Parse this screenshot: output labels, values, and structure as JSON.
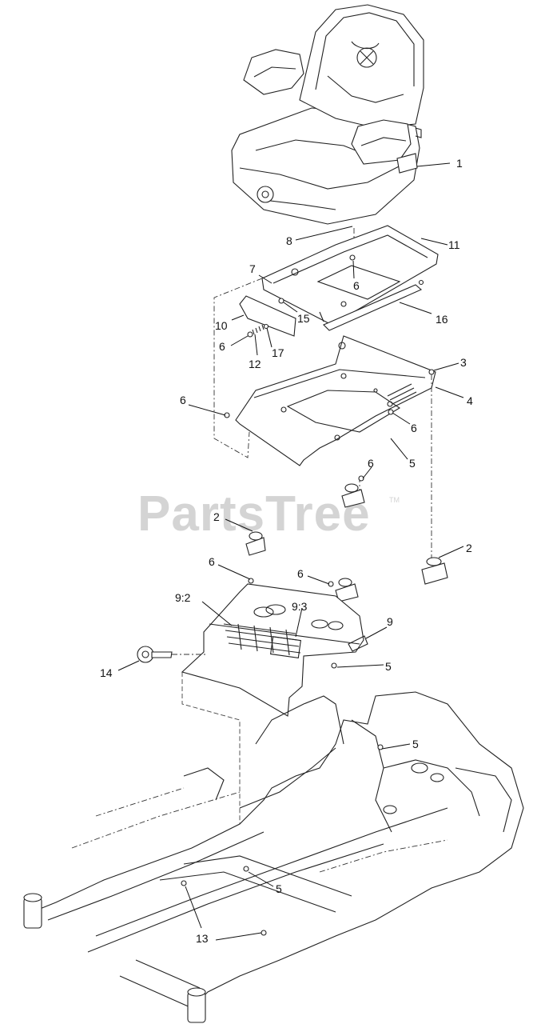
{
  "watermark": {
    "text": "PartsTree",
    "trademark": "TM"
  },
  "callouts": {
    "c1": "1",
    "c8": "8",
    "c11": "11",
    "c7": "7",
    "c6a": "6",
    "c15": "15",
    "c16": "16",
    "c10": "10",
    "c6b": "6",
    "c17": "17",
    "c12": "12",
    "c3": "3",
    "c4": "4",
    "c6c": "6",
    "c6d": "6",
    "c5a": "5",
    "c6e": "6",
    "c2a": "2",
    "c2b": "2",
    "c6f": "6",
    "c6g": "6",
    "c92": "9:2",
    "c93": "9:3",
    "c9": "9",
    "c14": "14",
    "c5b": "5",
    "c5c": "5",
    "c5d": "5",
    "c13": "13"
  }
}
